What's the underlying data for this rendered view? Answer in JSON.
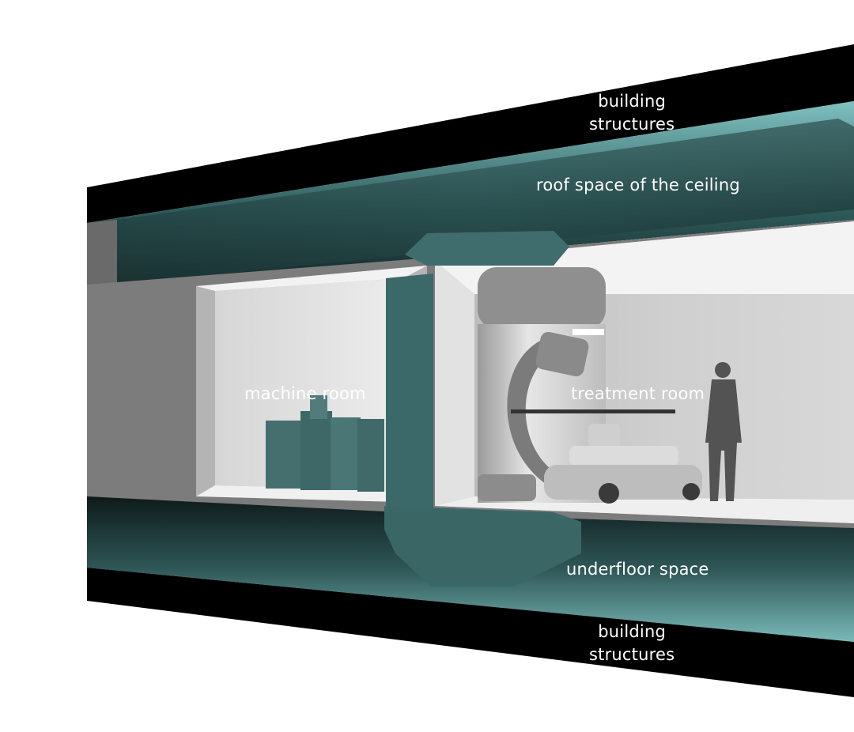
{
  "labels": {
    "top_structures": [
      "building",
      "structures"
    ],
    "roof_space": "roof space of the ceiling",
    "machine_room": "machine room",
    "treatment_room": "treatment room",
    "underfloor_space": "underfloor space",
    "bottom_structures": [
      "building",
      "structures"
    ]
  },
  "colors": {
    "structure": "#000000",
    "plenum_teal": "#6fb0b0",
    "wall_gray": "#7c7c7c",
    "room_light": "#e9e9e9",
    "shield_teal": "#3e6c6c"
  }
}
